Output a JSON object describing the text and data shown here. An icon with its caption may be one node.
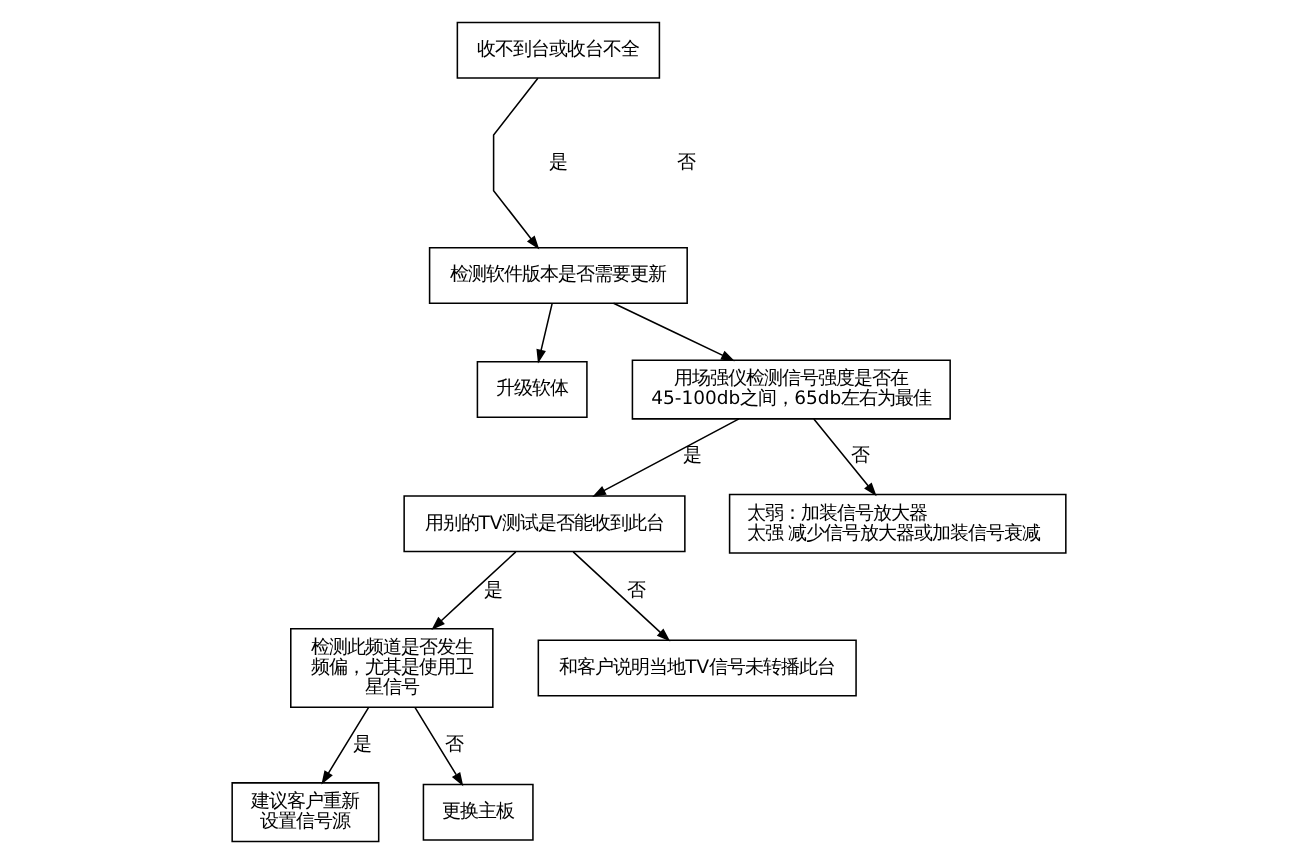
{
  "diagram": {
    "nodes": [
      {
        "text": [
          "收不到台或收台不全"
        ]
      },
      {
        "text": [
          "检测软件版本是否需要更新"
        ]
      },
      {
        "text": [
          "升级软体"
        ]
      },
      {
        "text": [
          "用场强仪检测信号强度是否在 45-100db之间，65db左右为最佳"
        ]
      },
      {
        "text": [
          "用别的TV测试是否能收到此台"
        ]
      },
      {
        "text": [
          "太弱：加装信号放大器",
          "太强 减少信号放大器或加装信号衰减"
        ]
      },
      {
        "text": [
          "检测此频道是否发生频偏，尤其是使用卫星信号"
        ]
      },
      {
        "text": [
          "和客户说明当地TV信号未转播此台"
        ]
      },
      {
        "text": [
          "建议客户重新设置信号源"
        ]
      },
      {
        "text": [
          "更换主板"
        ]
      }
    ],
    "labels": [
      "是",
      "否"
    ],
    "edges": [
      {
        "from": 0,
        "to": 1,
        "arrow": "to"
      },
      {
        "from": 1,
        "to": 2,
        "arrow": "to"
      },
      {
        "from": 1,
        "to": 3,
        "arrow": "to"
      },
      {
        "from": 3,
        "to": 4,
        "arrow": "to",
        "label": "是"
      },
      {
        "from": 3,
        "to": 5,
        "arrow": "to",
        "label": "否"
      },
      {
        "from": 4,
        "to": 6,
        "arrow": "to",
        "label": "是"
      },
      {
        "from": 4,
        "to": 7,
        "arrow": "to",
        "label": "否"
      },
      {
        "from": 6,
        "to": 8,
        "arrow": "to",
        "label": "是"
      },
      {
        "from": 6,
        "to": 9,
        "arrow": "to",
        "label": "否"
      }
    ]
  }
}
